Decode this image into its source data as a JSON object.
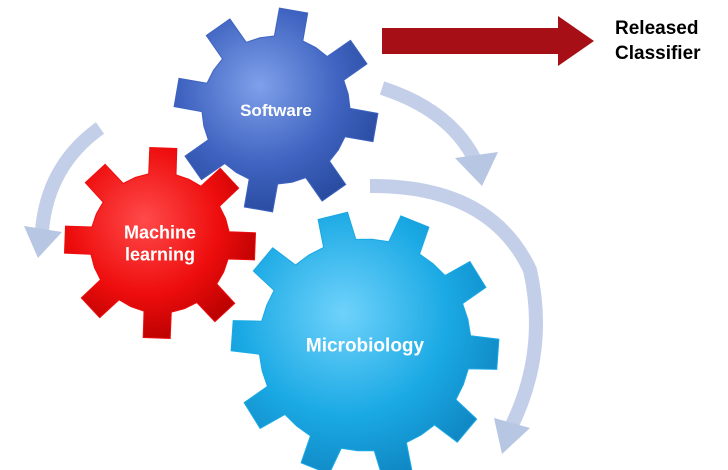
{
  "gears": [
    {
      "id": "software",
      "label_lines": [
        "Software"
      ],
      "color": "#3f63c0"
    },
    {
      "id": "machine-learning",
      "label_lines": [
        "Machine",
        "learning"
      ],
      "color": "#ee0d0d"
    },
    {
      "id": "microbiology",
      "label_lines": [
        "Microbiology"
      ],
      "color": "#1aa9e4"
    }
  ],
  "output": {
    "label_lines": [
      "Released",
      "Classifier"
    ],
    "arrow_color": "#a50f15"
  },
  "cycle_arrow_color": "#b7c6e2"
}
